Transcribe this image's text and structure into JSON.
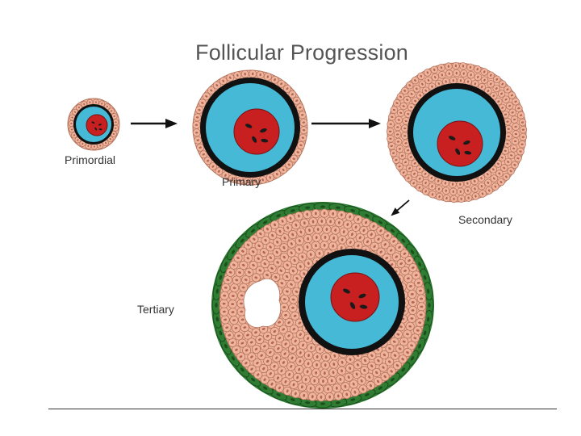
{
  "title": "Follicular Progression",
  "stages": {
    "primordial": "Primordial",
    "primary": "Primary",
    "secondary": "Secondary",
    "tertiary": "Tertiary"
  },
  "colors": {
    "granulosa_fill": "#f0b49c",
    "granulosa_stroke": "#b0705a",
    "cell_nucleus": "#a05040",
    "zona": "#111111",
    "oocyte": "#45b9d6",
    "nucleus": "#c82020",
    "chromatin": "#1a1a1a",
    "theca": "#2e7d32",
    "theca_dark": "#1b4d1e",
    "antrum": "#ffffff",
    "arrow": "#111111"
  }
}
